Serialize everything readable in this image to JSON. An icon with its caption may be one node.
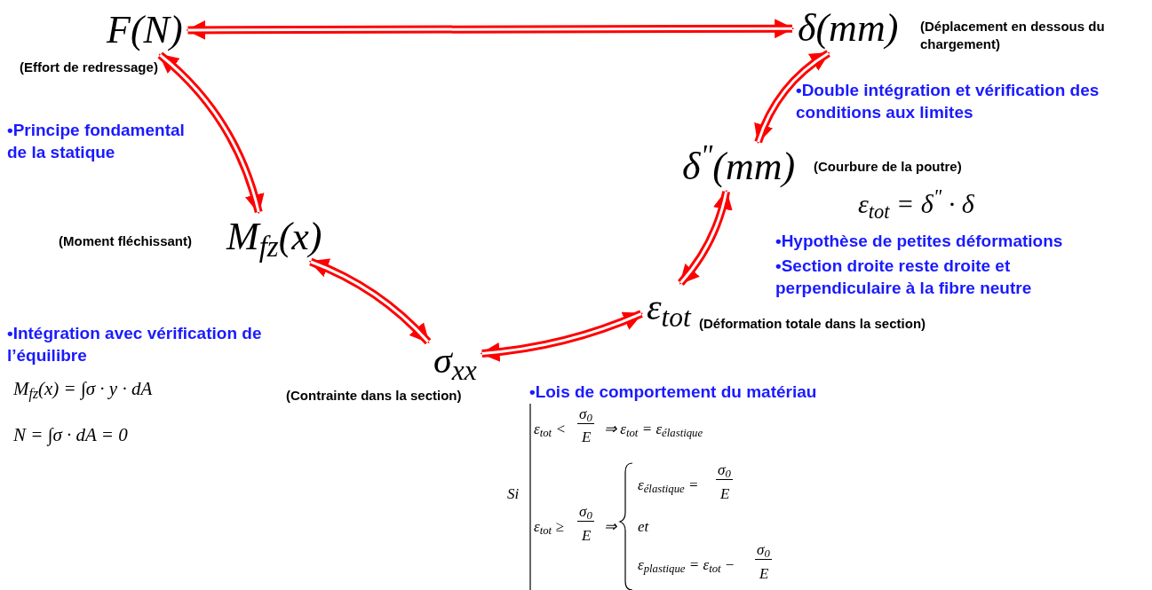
{
  "diagram": {
    "nodes": [
      {
        "text": [
          "F(N)"
        ],
        "beside": [
          "(Effort de redressage)"
        ]
      },
      {
        "text": [
          "δ(mm)"
        ],
        "beside": [
          "(Déplacement en dessous du chargement)"
        ]
      },
      {
        "text": [
          "δ$^{\"}$(mm)"
        ],
        "beside": [
          "(Courbure de la poutre)"
        ]
      },
      {
        "text": [
          "ε$_{tot}$"
        ],
        "beside": [
          "(Déformation totale dans la section)"
        ]
      },
      {
        "text": [
          "σ$_{xx}$"
        ],
        "beside": [
          "(Contrainte dans la section)"
        ]
      },
      {
        "text": [
          "M$_{fz}$(x)"
        ],
        "beside": [
          "(Moment fléchissant)"
        ]
      }
    ],
    "edges": [
      {
        "from": 0,
        "to": 1,
        "arrow": "both"
      },
      {
        "from": 1,
        "to": 2,
        "arrow": "both"
      },
      {
        "from": 0,
        "to": 5,
        "arrow": "both"
      },
      {
        "from": 5,
        "to": 4,
        "arrow": "both"
      },
      {
        "from": 4,
        "to": 3,
        "arrow": "both"
      },
      {
        "from": 3,
        "to": 2,
        "arrow": "both"
      }
    ],
    "labels": [
      "•Principe fondamental de la statique",
      "•Double intégration et vérification des conditions aux limites",
      "ε$_{tot}$ = δ$^{\"}$ · δ",
      "•Hypothèse de petites déformations",
      "•Section droite reste droite et perpendiculaire à la fibre neutre",
      "•Intégration avec vérification de l’équilibre",
      "M$_{fz}$(x) = ∫σ · y · dA",
      "N = ∫σ · dA = 0",
      "•Lois de comportement du matériau",
      "ε$_{tot}$ <",
      "σ$_{0}$",
      "E",
      "⇒ ε$_{tot}$ = ε$_{élastique}$",
      "Si",
      "ε$_{élastique}$ =",
      "σ$_{0}$",
      "E",
      "ε$_{tot}$ ≥",
      "σ$_{0}$",
      "E",
      "⇒",
      "et",
      "ε$_{plastique}$ = ε$_{tot}$ −",
      "σ$_{0}$",
      "E"
    ]
  }
}
